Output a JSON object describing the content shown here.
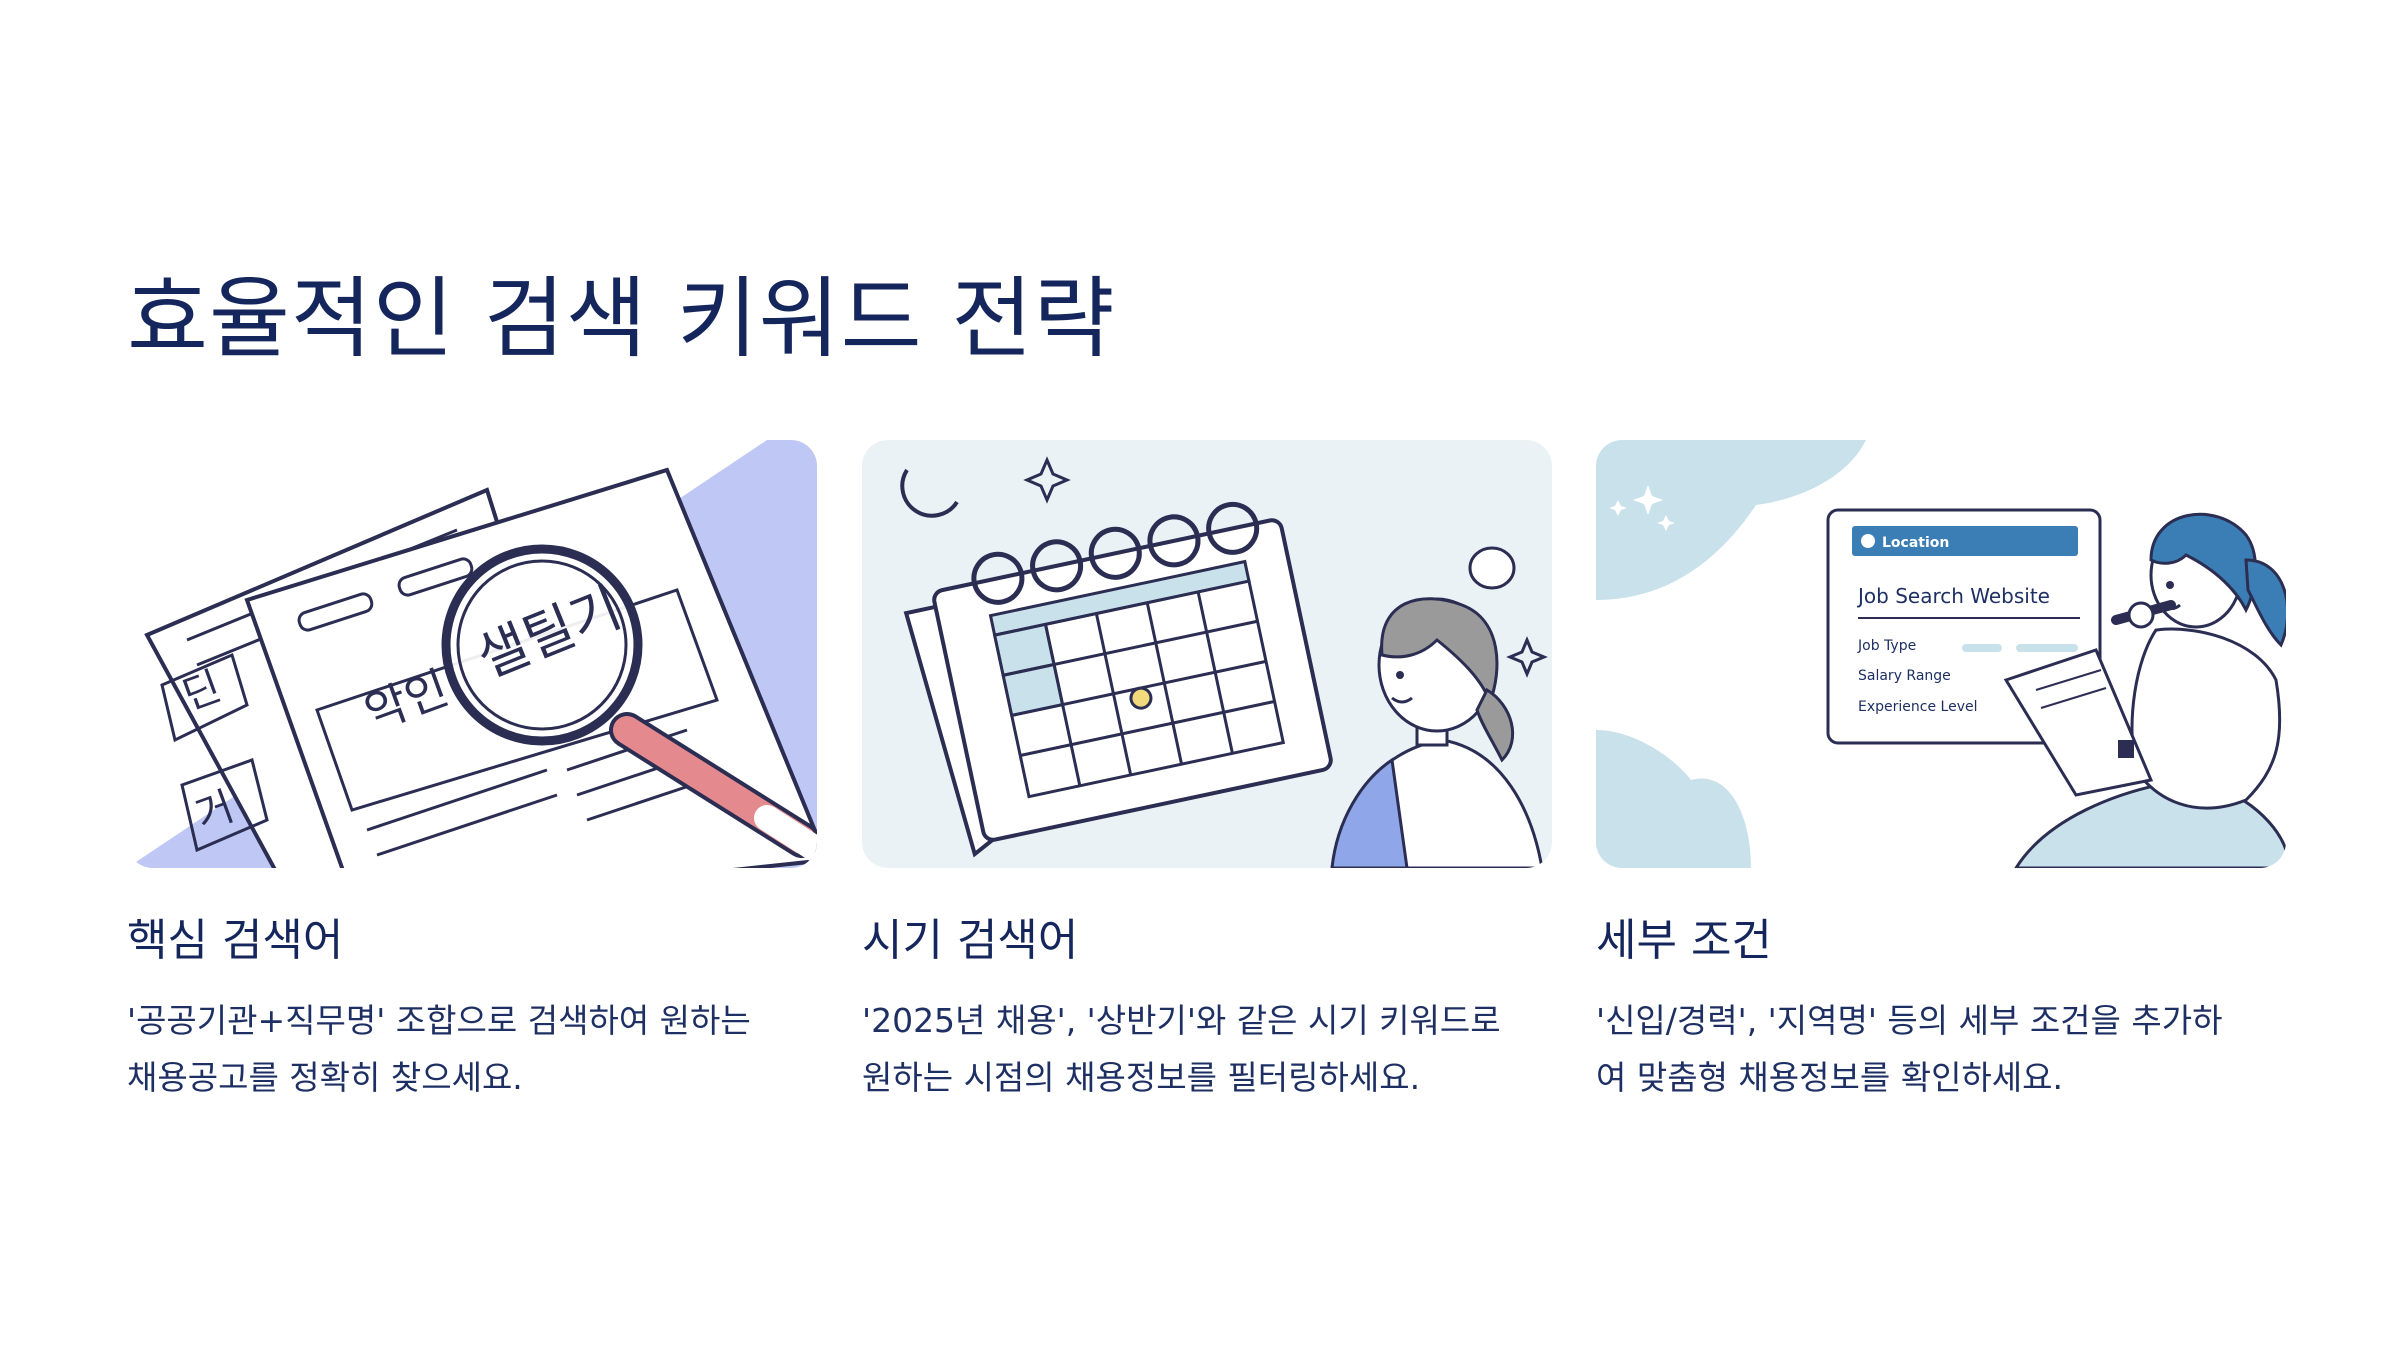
{
  "title": "효율적인 검색 키워드 전략",
  "cards": [
    {
      "title": "핵심 검색어",
      "desc_lines": [
        "'공공기관+직무명' 조합으로 검색하여 원하는",
        "채용공고를 정확히 찾으세요."
      ],
      "illustration": {
        "icon": "newspaper-magnifier-icon",
        "accent": "#bfc8f5",
        "words": [
          "딘",
          "악인",
          "샐틸기",
          "거"
        ]
      }
    },
    {
      "title": "시기 검색어",
      "desc_lines": [
        "'2025년 채용', '상반기'와 같은 시기 키워드로",
        "원하는 시점의 채용정보를 필터링하세요."
      ],
      "illustration": {
        "icon": "calendar-person-icon",
        "accent": "#eaf2f5"
      }
    },
    {
      "title": "세부 조건",
      "desc_lines": [
        "'신입/경력', '지역명' 등의 세부 조건을 추가하",
        "여 맞춤형 채용정보를 확인하세요."
      ],
      "illustration": {
        "icon": "job-search-website-icon",
        "accent": "#c9e1ea",
        "panel_header": "Location",
        "panel_title": "Job Search Website",
        "filters": [
          "Job Type",
          "Salary Range",
          "Experience Level"
        ]
      }
    }
  ]
}
